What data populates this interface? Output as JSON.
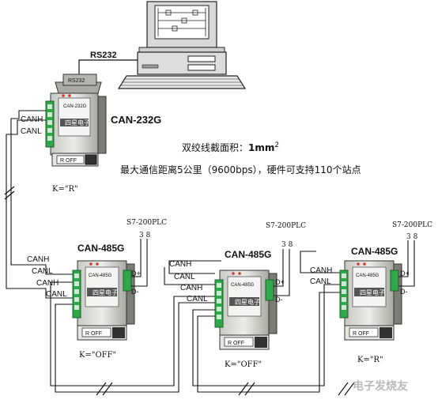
{
  "computer": {
    "link_label": "RS232"
  },
  "converter_top": {
    "model": "CAN-232G",
    "port_label": "RS232",
    "body_text": [
      "CAN-232G",
      "四星电子"
    ],
    "switch_text": "R OFF",
    "can_h": "CANH",
    "can_l": "CANL",
    "k_setting": "K=\"R\""
  },
  "info": {
    "line1_prefix": "双绞线截面积：",
    "line1_value": "1mm",
    "line1_exp": "2",
    "line2": "最大通信距离5公里（9600bps），硬件可支持110个站点"
  },
  "nodes": [
    {
      "model": "CAN-485G",
      "plc": "S7-200PLC",
      "plc_pins": "3 8",
      "d_plus": "D+",
      "d_minus": "D-",
      "can_h_in": "CANH",
      "can_l_in": "CANL",
      "can_h_out": "CANH",
      "can_l_out": "CANL",
      "body_text": [
        "CAN-485G",
        "四星电子"
      ],
      "switch_text": "R OFF",
      "k_setting": "K=\"OFF\""
    },
    {
      "model": "CAN-485G",
      "plc": "S7-200PLC",
      "plc_pins": "3 8",
      "d_plus": "D+",
      "d_minus": "D-",
      "can_h_in": "CANH",
      "can_l_in": "CANL",
      "can_h_out": "CANH",
      "can_l_out": "CANL",
      "body_text": [
        "CAN-485G",
        "四星电子"
      ],
      "switch_text": "R OFF",
      "k_setting": "K=\"OFF\""
    },
    {
      "model": "CAN-485G",
      "plc": "S7-200PLC",
      "plc_pins": "3 8",
      "d_plus": "D+",
      "d_minus": "D-",
      "can_h_in": "CANH",
      "can_l_in": "CANL",
      "body_text": [
        "CAN-485G",
        "四星电子"
      ],
      "switch_text": "R OFF",
      "k_setting": "K=\"R\""
    }
  ],
  "watermark": "电子发烧友",
  "colors": {
    "module_body": "#d9d9d4",
    "module_shadow": "#7d7d78",
    "terminal_green": "#2fa84a",
    "wire": "#111111",
    "led_red": "#d23a2a"
  }
}
